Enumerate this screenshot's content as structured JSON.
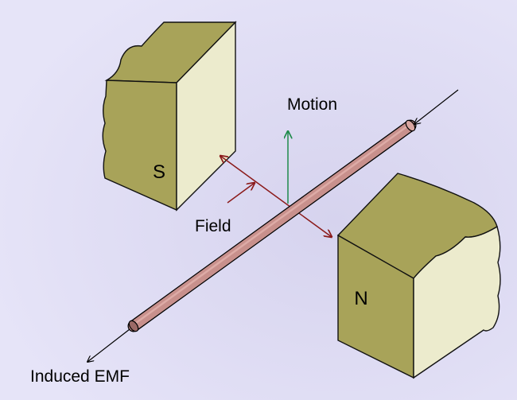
{
  "diagram": {
    "magnet_south": {
      "label": "S"
    },
    "magnet_north": {
      "label": "N"
    },
    "labels": {
      "motion": "Motion",
      "field": "Field",
      "induced_emf": "Induced EMF"
    },
    "colors": {
      "background": "#e2e0f7",
      "magnet_side": "#a8a359",
      "magnet_face": "#ecebcd",
      "conductor": "#c8908c",
      "field_arrow": "#8b1a1a",
      "motion_arrow": "#1e8a4a",
      "emf_arrow": "#000000"
    }
  }
}
